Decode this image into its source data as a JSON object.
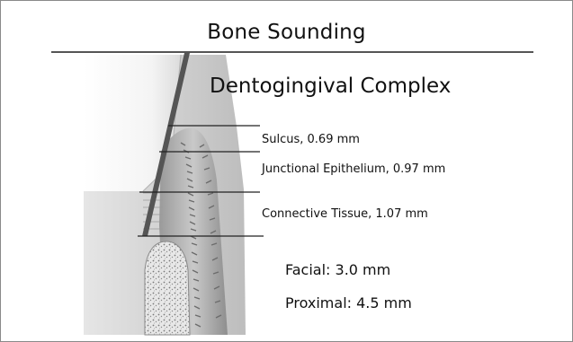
{
  "title": "Bone Sounding",
  "diagram": {
    "heading": "Dentogingival Complex",
    "zones": [
      {
        "label": "Sulcus, 0.69 mm"
      },
      {
        "label": "Junctional Epithelium, 0.97 mm"
      },
      {
        "label": "Connective Tissue, 1.07 mm"
      }
    ],
    "measurements": [
      {
        "label": "Facial: 3.0 mm"
      },
      {
        "label": "Proximal: 4.5 mm"
      }
    ]
  }
}
